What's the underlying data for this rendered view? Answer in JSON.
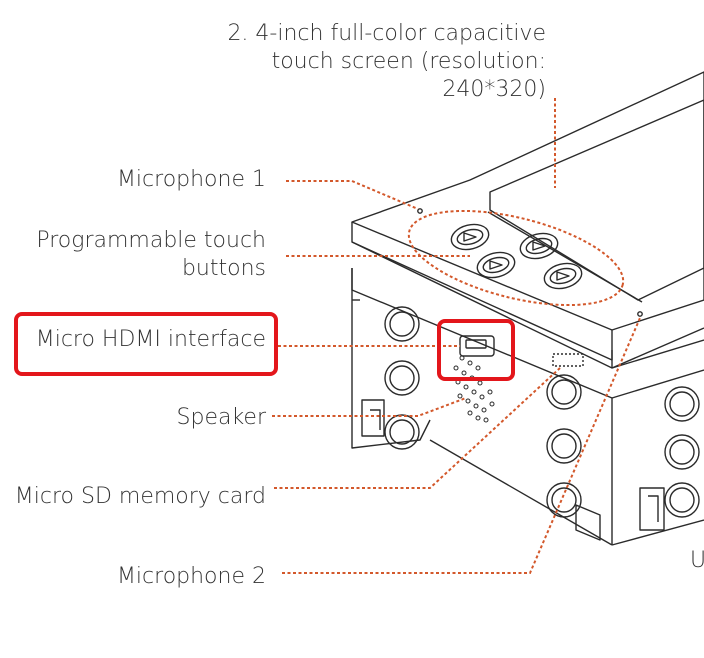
{
  "labels": {
    "screen_line1": "2. 4-inch full-color capacitive",
    "screen_line2": "touch screen (resolution:",
    "screen_line3": "240*320)",
    "mic1": "Microphone 1",
    "buttons_line1": "Programmable touch",
    "buttons_line2": "buttons",
    "hdmi": "Micro HDMI interface",
    "speaker": "Speaker",
    "sd": "Micro SD memory card",
    "mic2": "Microphone 2",
    "partial_right": "U"
  },
  "colors": {
    "leader": "#d3582b",
    "highlight": "#e3161b",
    "text": "#333333",
    "outline": "#2b2b2b"
  }
}
